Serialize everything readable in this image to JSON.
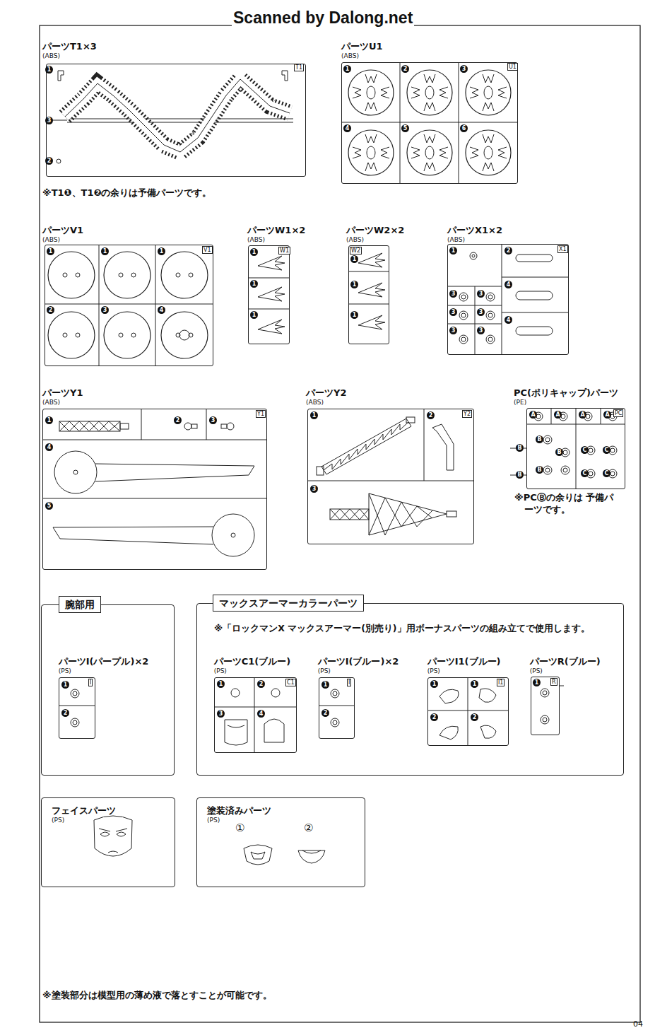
{
  "diagram": {
    "nodes": [
      {
        "text": [
          "パーツT1×3",
          "(ABS)"
        ]
      },
      {
        "text": [
          "パーツU1",
          "(ABS)"
        ]
      },
      {
        "text": [
          "パーツV1",
          "(ABS)"
        ]
      },
      {
        "text": [
          "パーツW1×2",
          "(ABS)"
        ]
      },
      {
        "text": [
          "パーツW2×2",
          "(ABS)"
        ]
      },
      {
        "text": [
          "パーツX1×2",
          "(ABS)"
        ]
      },
      {
        "text": [
          "パーツY1",
          "(ABS)"
        ]
      },
      {
        "text": [
          "パーツY2",
          "(ABS)"
        ]
      },
      {
        "text": [
          "PC(ポリキャップ)パーツ",
          "(PE)"
        ]
      },
      {
        "text": [
          "腕部用"
        ]
      },
      {
        "text": [
          "パーツI(パープル)×2",
          "(PS)"
        ],
        "in": 9
      },
      {
        "text": [
          "マックスアーマーカラーパーツ",
          "※「ロックマンX マックスアーマー(別売り)」用ボーナスパーツの組み立てで使用します。"
        ]
      },
      {
        "text": [
          "パーツC1(ブルー)",
          "(PS)"
        ],
        "in": 11
      },
      {
        "text": [
          "パーツI(ブルー)×2",
          "(PS)"
        ],
        "in": 11
      },
      {
        "text": [
          "パーツI1(ブルー)",
          "(PS)"
        ],
        "in": 11
      },
      {
        "text": [
          "パーツR(ブルー)",
          "(PS)"
        ],
        "in": 11
      },
      {
        "text": [
          "フェイスパーツ",
          "(PS)"
        ]
      },
      {
        "text": [
          "塗装済みパーツ",
          "(PS)"
        ]
      }
    ],
    "labels": [
      "Scanned by Dalong.net",
      "※T1❶、T1❷の余りは予備パーツです。",
      "T1",
      "1",
      "3",
      "2",
      "U1",
      "1",
      "2",
      "3",
      "4",
      "5",
      "6",
      "V1",
      "1",
      "1",
      "1",
      "2",
      "3",
      "4",
      "W1",
      "1",
      "1",
      "1",
      "W2",
      "1",
      "1",
      "1",
      "X1",
      "1",
      "2",
      "3",
      "3",
      "3",
      "3",
      "3",
      "3",
      "4",
      "4",
      "Y1",
      "1",
      "2",
      "3",
      "4",
      "5",
      "Y2",
      "1",
      "2",
      "3",
      "PC",
      "A",
      "A",
      "A",
      "A",
      "B",
      "B",
      "B",
      "B",
      "B",
      "C",
      "C",
      "C",
      "C",
      "※PCⒷの余りは 予備パーツです。",
      "I",
      "1",
      "2",
      "C1",
      "1",
      "2",
      "3",
      "4",
      "I",
      "1",
      "2",
      "I1",
      "1",
      "1",
      "2",
      "2",
      "R",
      "1",
      "①",
      "②",
      "※塗装部分は模型用の薄め液で落とすことが可能です。",
      "04"
    ]
  }
}
